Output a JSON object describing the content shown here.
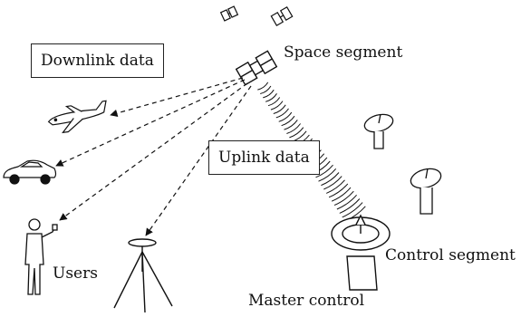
{
  "labels": {
    "downlink": "Downlink data",
    "uplink": "Uplink data",
    "space_segment": "Space segment",
    "control_segment": "Control segment",
    "users": "Users",
    "master_control": "Master control"
  },
  "colors": {
    "ink": "#111111",
    "background": "#ffffff"
  },
  "icons": [
    "satellite-icon",
    "airplane-icon",
    "car-icon",
    "person-icon",
    "tripod-antenna-icon",
    "dish-antenna-icon"
  ]
}
